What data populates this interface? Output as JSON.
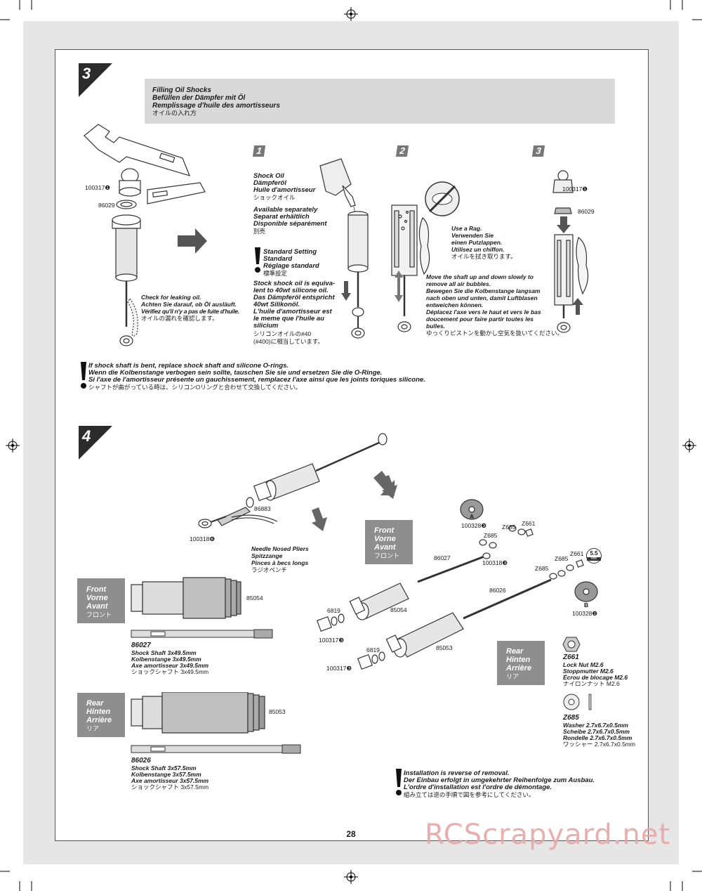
{
  "page_number": "28",
  "watermark": "RCScrapyard.net",
  "step3": {
    "number": "3",
    "header": [
      "Filling Oil Shocks",
      "Befüllen der Dämpfer mit Öl",
      "Remplissage d'huile des amortisseurs",
      "オイルの入れ方"
    ],
    "sub1": "1",
    "sub2": "2",
    "sub3": "3",
    "part_100317_label": "100317",
    "part_100317_badge": "❶",
    "part_86029": "86029",
    "leak_check": [
      "Check for leaking oil.",
      "Achten Sie darauf, ob Öl ausläuft.",
      "Vérifiez qu'il n'y a pas de fuite d'huile.",
      "オイルの漏れを確認します。"
    ],
    "shock_oil": [
      "Shock Oil",
      "Dämpferöl",
      "Huile d'amortisseur",
      "ショックオイル"
    ],
    "available": [
      "Available separately",
      "Separat erhältlich",
      "Disponible séparément",
      "別売"
    ],
    "standard": [
      "Standard Setting",
      "Standard",
      "Réglage standard",
      "標準設定"
    ],
    "oil_note": [
      "Stock shock oil is equiva-",
      "lent to 40wt silicone oil.",
      "Das Dämpferöl entspricht",
      "40wt Silikonöl.",
      "L'huile d'amortisseur est",
      "le meme que l'huile au",
      "silicium",
      "シリコンオイルの#40",
      "(#400)に相当しています。"
    ],
    "rag": [
      "Use a Rag.",
      "Verwenden Sie",
      "einen Putzlappen.",
      "Utilisez un chiffon.",
      "オイルを拭き取ります。"
    ],
    "move_shaft": [
      "Move the shaft up and down slowly to",
      "remove all air bubbles.",
      "Bewegen Sie die Kolbenstange langsam",
      "nach oben und unten, damit Luftblasen",
      "entweichen können.",
      "Déplacez l'axe vers le haut et vers le bas",
      "doucement pour faire partir toutes les",
      "bulles.",
      "ゆっくりピストンを動かし空気を抜いてください。"
    ],
    "r_100317": "100317",
    "r_100317_badge": "❶",
    "r_86029": "86029",
    "bent_warning": [
      "If shock shaft is bent, replace shock shaft and silicone O-rings.",
      "Wenn die Kolbenstange verbogen sein sollte, tauschen Sie sie und ersetzen Sie die O-Ringe.",
      "Si l'axe de l'amortisseur présente un gauchissement, remplacez l'axe ainsi que les joints toriques silicone.",
      "シャフトが曲がっている時は、シリコンOリングと合わせて交換してください。"
    ]
  },
  "step4": {
    "number": "4",
    "p86883": "86883",
    "p100318_label": "100318",
    "p100318_badge": "❻",
    "pliers": [
      "Needle Nosed Pliers",
      "Spitzzange",
      "Pinces à becs longs",
      "ラジオペンチ"
    ],
    "front_box": [
      "Front",
      "Vorne",
      "Avant",
      "フロント"
    ],
    "front_box2": [
      "Front",
      "Vorne",
      "Avant",
      "フロント"
    ],
    "rear_box": [
      "Rear",
      "Hinten",
      "Arrière",
      "リア"
    ],
    "rear_box2": [
      "Rear",
      "Hinten",
      "Arrière",
      "リア"
    ],
    "p85054": "85054",
    "p85054b": "85054",
    "p85053": "85053",
    "p85053b": "85053",
    "shaft_front": {
      "code": "86027",
      "lines": [
        "Shock Shaft 3x49.5mm",
        "Kolbenstange 3x49.5mm",
        "Axe amortisseur 3x49.5mm",
        "ショックシャフト 3x49.5mm"
      ]
    },
    "shaft_rear": {
      "code": "86026",
      "lines": [
        "Shock Shaft 3x57.5mm",
        "Kolbenstange 3x57.5mm",
        "Axe amortisseur 3x57.5mm",
        "ショックシャフト 3x57.5mm"
      ]
    },
    "p100328a_label": "100328",
    "p100328a_badge": "❸",
    "pZ685a": "Z685",
    "pZ661a": "Z661",
    "pZ685b": "Z685",
    "p86027": "86027",
    "p100318b_label": "100318",
    "p100318b_badge": "❸",
    "p86026": "86026",
    "pZ685c": "Z685",
    "pZ685d": "Z685",
    "pZ661b": "Z661",
    "wrench_size": "5.5",
    "wrench_unit": "mm",
    "p100328b_label": "100328",
    "p100328b_badge": "❷",
    "letter_a": "A",
    "letter_b": "B",
    "p6819a": "6819",
    "p6819b": "6819",
    "p100317c_label": "100317",
    "p100317c_badge": "❸",
    "p100317d_label": "100317",
    "p100317d_badge": "❸",
    "z661": {
      "code": "Z661",
      "lines": [
        "Lock Nut M2.6",
        "Stoppmutter M2.6",
        "Écrou de blocage M2.6",
        "ナイロンナット M2.6"
      ]
    },
    "z685": {
      "code": "Z685",
      "lines": [
        "Washer 2.7x6.7x0.5mm",
        "Scheibe 2.7x6.7x0.5mm",
        "Rondelle 2.7x6.7x0.5mm",
        "ワッシャー 2.7x6.7x0.5mm"
      ]
    },
    "install_note": [
      "Installation is reverse of removal.",
      "Der Einbau erfolgt in umgekehrter Reihenfolge zum Ausbau.",
      "L'ordre d'installation est l'ordre de démontage.",
      "組み立ては逆の手順で図を参考にしてください。"
    ]
  }
}
